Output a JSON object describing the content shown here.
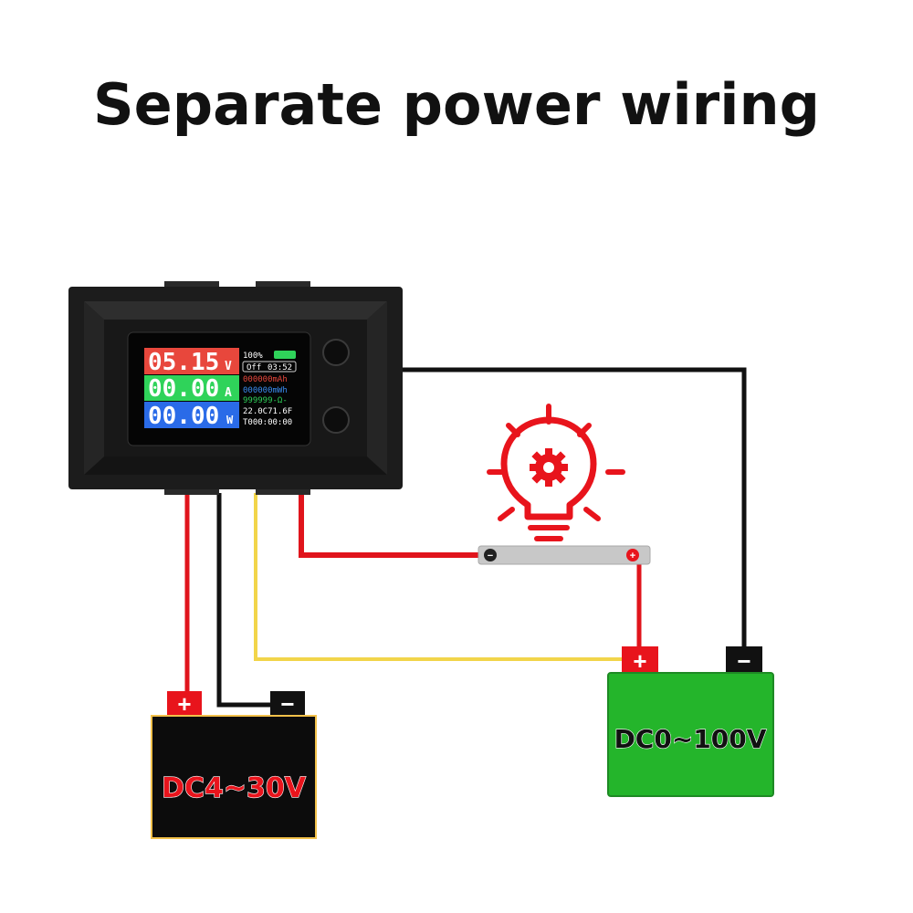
{
  "title": "Separate power wiring",
  "display": {
    "voltage": "05.15",
    "voltage_unit": "V",
    "current": "00.00",
    "current_unit": "A",
    "power": "00.00",
    "power_unit": "W",
    "battery_percent": "100%",
    "state": "Off",
    "timer": "03:52",
    "capacity": "000000mAh",
    "energy": "000000mWh",
    "resistance": "999999-Ω-",
    "temperature": "22.0C71.6F",
    "time_counter": "T000:00:00"
  },
  "battery_small": {
    "label": "DC4~30V",
    "plus": "+",
    "minus": "−"
  },
  "battery_large": {
    "label": "DC0~100V",
    "plus": "+",
    "minus": "−"
  },
  "shunt": {
    "minus": "−",
    "plus": "+"
  },
  "colors": {
    "wire_red": "#e0141c",
    "wire_black": "#111111",
    "wire_yellow": "#f2d54a",
    "lamp_red": "#e8141c",
    "battery_green": "#24b52b",
    "battery_black": "#0c0c0c",
    "lcd_red": "#e8473c",
    "lcd_green": "#2fd35a",
    "lcd_blue": "#2a6be8"
  },
  "icons": [
    "lightbulb-gear-icon",
    "plus-icon",
    "minus-icon"
  ]
}
